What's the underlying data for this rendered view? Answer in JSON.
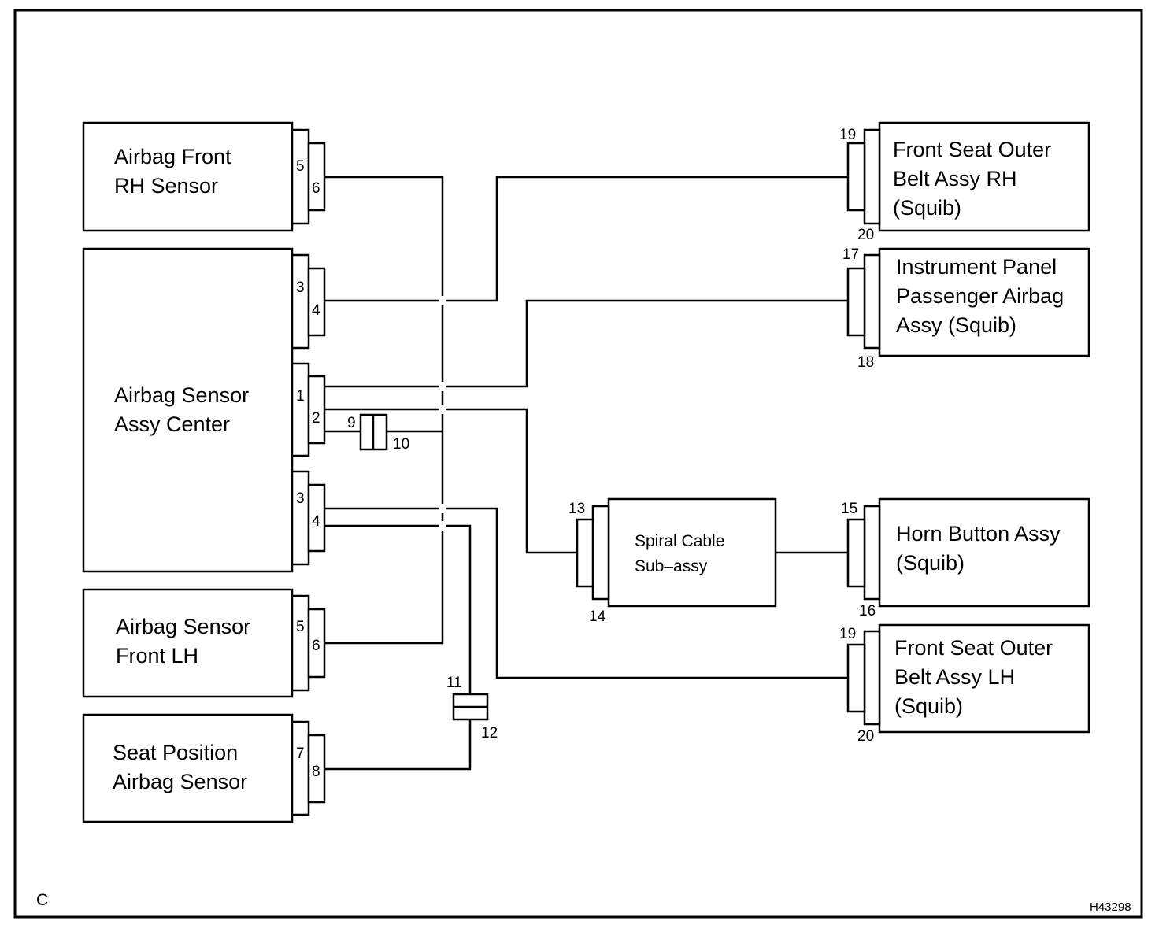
{
  "components": {
    "airbag_front_rh_sensor": [
      "Airbag Front",
      "RH Sensor"
    ],
    "airbag_sensor_assy_center": [
      "Airbag Sensor",
      "Assy Center"
    ],
    "airbag_sensor_front_lh": [
      "Airbag Sensor",
      "Front LH"
    ],
    "seat_position_airbag_sensor": [
      "Seat Position",
      "Airbag Sensor"
    ],
    "front_seat_outer_belt_rh": [
      "Front Seat Outer",
      "Belt Assy RH",
      "(Squib)"
    ],
    "instrument_panel_passenger_airbag": [
      "Instrument Panel",
      "Passenger Airbag",
      "Assy (Squib)"
    ],
    "spiral_cable_sub_assy": [
      "Spiral Cable",
      "Sub–assy"
    ],
    "horn_button_assy": [
      "Horn Button Assy",
      "(Squib)"
    ],
    "front_seat_outer_belt_lh": [
      "Front Seat Outer",
      "Belt Assy LH",
      "(Squib)"
    ]
  },
  "pins": {
    "rh_sensor": [
      "5",
      "6"
    ],
    "center_upper": [
      "3",
      "4"
    ],
    "center_middle": [
      "1",
      "2"
    ],
    "center_lower": [
      "3",
      "4"
    ],
    "lh_sensor": [
      "5",
      "6"
    ],
    "seat_position": [
      "7",
      "8"
    ],
    "belt_rh": [
      "19",
      "20"
    ],
    "passenger_airbag": [
      "17",
      "18"
    ],
    "spiral_cable": [
      "13",
      "14"
    ],
    "horn_button": [
      "15",
      "16"
    ],
    "belt_lh": [
      "19",
      "20"
    ],
    "connector_a": [
      "9",
      "10"
    ],
    "connector_b": [
      "11",
      "12"
    ]
  },
  "corner_label": "C",
  "figure_code": "H43298"
}
